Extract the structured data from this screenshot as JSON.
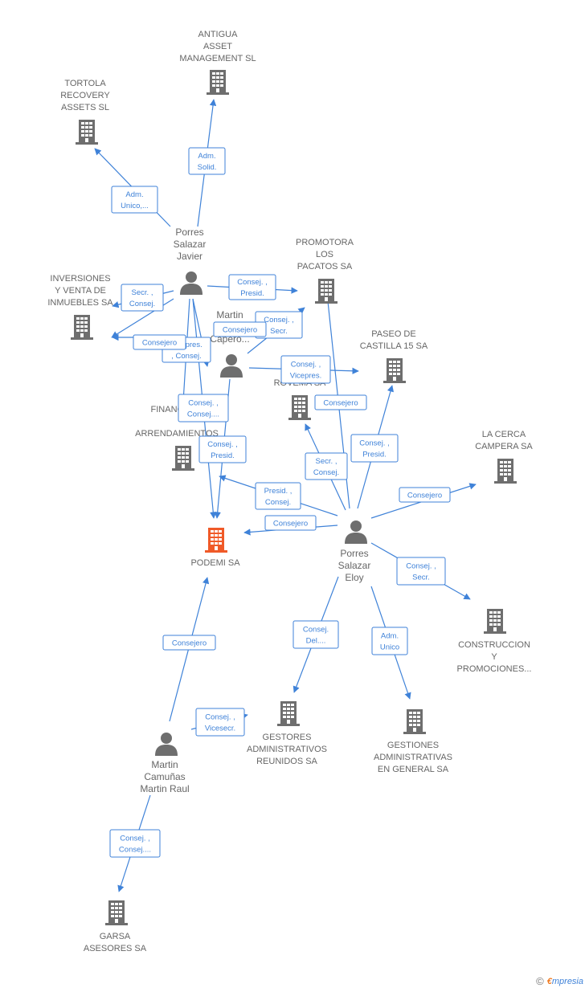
{
  "colors": {
    "edge": "#3f82d8",
    "building": "#6e6e6e",
    "focus": "#f05a28",
    "person": "#6e6e6e",
    "text": "#666666"
  },
  "nodes": [
    {
      "id": "antigua",
      "kind": "company",
      "lines": [
        "ANTIGUA",
        "ASSET",
        "MANAGEMENT SL"
      ]
    },
    {
      "id": "tortola",
      "kind": "company",
      "lines": [
        "TORTOLA",
        "RECOVERY",
        "ASSETS SL"
      ]
    },
    {
      "id": "javier",
      "kind": "person",
      "lines": [
        "Porres",
        "Salazar",
        "Javier"
      ]
    },
    {
      "id": "promotora",
      "kind": "company",
      "lines": [
        "PROMOTORA",
        "LOS",
        "PACATOS SA"
      ]
    },
    {
      "id": "inversiones",
      "kind": "company",
      "lines": [
        "INVERSIONES",
        "Y VENTA DE",
        "INMUEBLES SA"
      ]
    },
    {
      "id": "martin_c",
      "kind": "person",
      "lines": [
        "Martin",
        "C",
        "Capero..."
      ]
    },
    {
      "id": "paseo",
      "kind": "company",
      "lines": [
        "PASEO DE",
        "CASTILLA 15 SA"
      ]
    },
    {
      "id": "rovema",
      "kind": "company",
      "lines": [
        "ROVEMA SA"
      ]
    },
    {
      "id": "financiera",
      "kind": "company",
      "lines": [
        "FINANC"
      ]
    },
    {
      "id": "arrendamientos",
      "kind": "company",
      "lines": [
        "ARRENDAMIENTOS"
      ]
    },
    {
      "id": "cerca",
      "kind": "company",
      "lines": [
        "LA CERCA",
        "CAMPERA SA"
      ]
    },
    {
      "id": "podemi",
      "kind": "focus",
      "lines": [
        "PODEMI SA"
      ]
    },
    {
      "id": "eloy",
      "kind": "person",
      "lines": [
        "Porres",
        "Salazar",
        "Eloy"
      ]
    },
    {
      "id": "construccion",
      "kind": "company",
      "lines": [
        "CONSTRUCCION",
        "Y",
        "PROMOCIONES..."
      ]
    },
    {
      "id": "gestores",
      "kind": "company",
      "lines": [
        "GESTORES",
        "ADMINISTRATIVOS",
        "REUNIDOS SA"
      ]
    },
    {
      "id": "gestiones",
      "kind": "company",
      "lines": [
        "GESTIONES",
        "ADMINISTRATIVAS",
        "EN GENERAL SA"
      ]
    },
    {
      "id": "raul",
      "kind": "person",
      "lines": [
        "Martin",
        "Camuñas",
        "Martin Raul"
      ]
    },
    {
      "id": "garsa",
      "kind": "company",
      "lines": [
        "GARSA",
        "ASESORES SA"
      ]
    }
  ],
  "edges": [
    {
      "from": "javier",
      "to": "antigua",
      "label": [
        "Adm.",
        "Solid."
      ]
    },
    {
      "from": "javier",
      "to": "tortola",
      "label": [
        "Adm.",
        "Unico,..."
      ]
    },
    {
      "from": "javier",
      "to": "promotora",
      "label": [
        "Consej. ,",
        "Presid."
      ]
    },
    {
      "from": "javier",
      "to": "inversiones",
      "label": [
        "Secr. ,",
        "Consej."
      ]
    },
    {
      "from": "javier",
      "to": "inversiones_b",
      "label": [
        "Consejero"
      ]
    },
    {
      "from": "javier",
      "to": "rovema",
      "label": [
        "Vicepres.",
        ", Consej."
      ]
    },
    {
      "from": "javier",
      "to": "financiera",
      "label": [
        "Consej. ,",
        "Consej...."
      ]
    },
    {
      "from": "javier",
      "to": "podemi",
      "label": [
        "Consej. ,",
        "Presid."
      ]
    },
    {
      "from": "martin_c",
      "to": "promotora",
      "label": [
        "Consej. ,",
        "Secr."
      ]
    },
    {
      "from": "martin_c",
      "to": "paseo",
      "label": [
        "Consej. ,",
        "Vicepres."
      ]
    },
    {
      "from": "martin_c",
      "to": "podemi",
      "label": [
        "Consejero"
      ]
    },
    {
      "from": "eloy",
      "to": "promotora",
      "label": [
        "Consejero"
      ]
    },
    {
      "from": "eloy",
      "to": "paseo",
      "label": [
        "Consej. ,",
        "Presid."
      ]
    },
    {
      "from": "eloy",
      "to": "rovema",
      "label": [
        "Secr. ,",
        "Consej."
      ]
    },
    {
      "from": "eloy",
      "to": "arrendamientos",
      "label": [
        "Presid. ,",
        "Consej."
      ]
    },
    {
      "from": "eloy",
      "to": "podemi",
      "label": [
        "Consejero"
      ]
    },
    {
      "from": "eloy",
      "to": "cerca",
      "label": [
        "Consejero"
      ]
    },
    {
      "from": "eloy",
      "to": "construccion",
      "label": [
        "Consej. ,",
        "Secr."
      ]
    },
    {
      "from": "eloy",
      "to": "gestores",
      "label": [
        "Consej.",
        "Del...."
      ]
    },
    {
      "from": "eloy",
      "to": "gestiones",
      "label": [
        "Adm.",
        "Unico"
      ]
    },
    {
      "from": "raul",
      "to": "podemi",
      "label": [
        "Consejero"
      ]
    },
    {
      "from": "raul",
      "to": "gestores",
      "label": [
        "Consej. ,",
        "Vicesecr."
      ]
    },
    {
      "from": "raul",
      "to": "garsa",
      "label": [
        "Consej. ,",
        "Consej...."
      ]
    },
    {
      "from": "martin_c",
      "to": "inversiones",
      "label": [
        "Consejero"
      ]
    }
  ],
  "footer": {
    "copyright": "©",
    "brand_initial": "€",
    "brand_rest": "mpresia"
  }
}
